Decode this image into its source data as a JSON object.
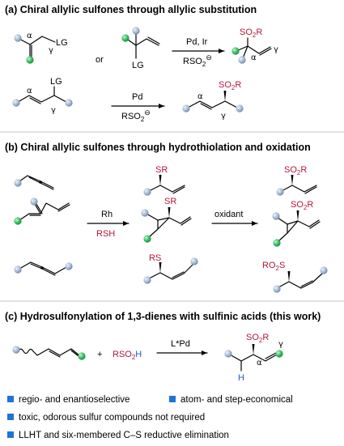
{
  "sections": {
    "a": {
      "title": "(a) Chiral allylic sulfones through allylic substitution"
    },
    "b": {
      "title": "(b) Chiral allylic sulfones through hydrothiolation and oxidation"
    },
    "c": {
      "title": "(c) Hydrosulfonylation of 1,3-dienes with sulfinic acids (this work)"
    }
  },
  "labels": {
    "lg": "LG",
    "or": "or",
    "pd_ir": "Pd, Ir",
    "pd": "Pd",
    "rso2_minus": "RSO",
    "so2r": "SO",
    "r": "R",
    "two": "2",
    "minus": "⊖",
    "alpha": "α",
    "gamma": "γ",
    "rh": "Rh",
    "rsh": "RSH",
    "sr": "SR",
    "rs": "RS",
    "oxidant": "oxidant",
    "ro2s_r": "RO",
    "s": "S",
    "plus": "+",
    "rso2h_a": "RSO",
    "rso2h_h": "H",
    "lpd": "L*Pd",
    "h": "H"
  },
  "bullets": [
    "regio- and enantioselective",
    "atom- and step-economical",
    "toxic, odorous sulfur compounds not required",
    "LLHT and six-membered C–S reductive elimination"
  ],
  "colors": {
    "grey_ball": "#a9bcd6",
    "green_ball": "#39c265",
    "red_text": "#b3173b",
    "blue_text": "#1f5fbf",
    "bullet_blue": "#1e73d8"
  }
}
